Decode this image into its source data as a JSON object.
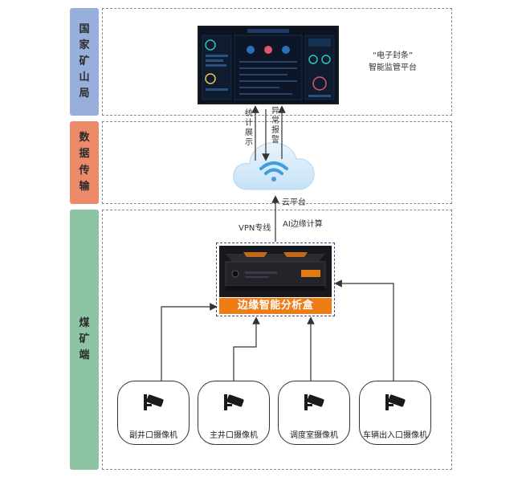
{
  "bands": [
    {
      "label": "国家矿山局",
      "color": "#98aedb"
    },
    {
      "label": "数据传输",
      "color": "#ec8a69"
    },
    {
      "label": "煤 矿 端",
      "color": "#8cc4a4"
    }
  ],
  "platform": {
    "title_line1": "“电子封条”",
    "title_line2": "智能监管平台"
  },
  "links": {
    "stats_display": "统计展示",
    "anomaly_alarm": "异常报警",
    "cloud_platform": "云平台",
    "vpn": "VPN专线",
    "ai_edge": "AI边缘计算"
  },
  "edge_box": {
    "label": "边缘智能分析盒"
  },
  "cameras": [
    {
      "label": "副井口摄像机"
    },
    {
      "label": "主井口摄像机"
    },
    {
      "label": "调度室摄像机"
    },
    {
      "label": "车辆出入口摄像机"
    }
  ],
  "colors": {
    "accent_orange": "#ef7d16",
    "cloud_blue": "#3f9de0"
  }
}
